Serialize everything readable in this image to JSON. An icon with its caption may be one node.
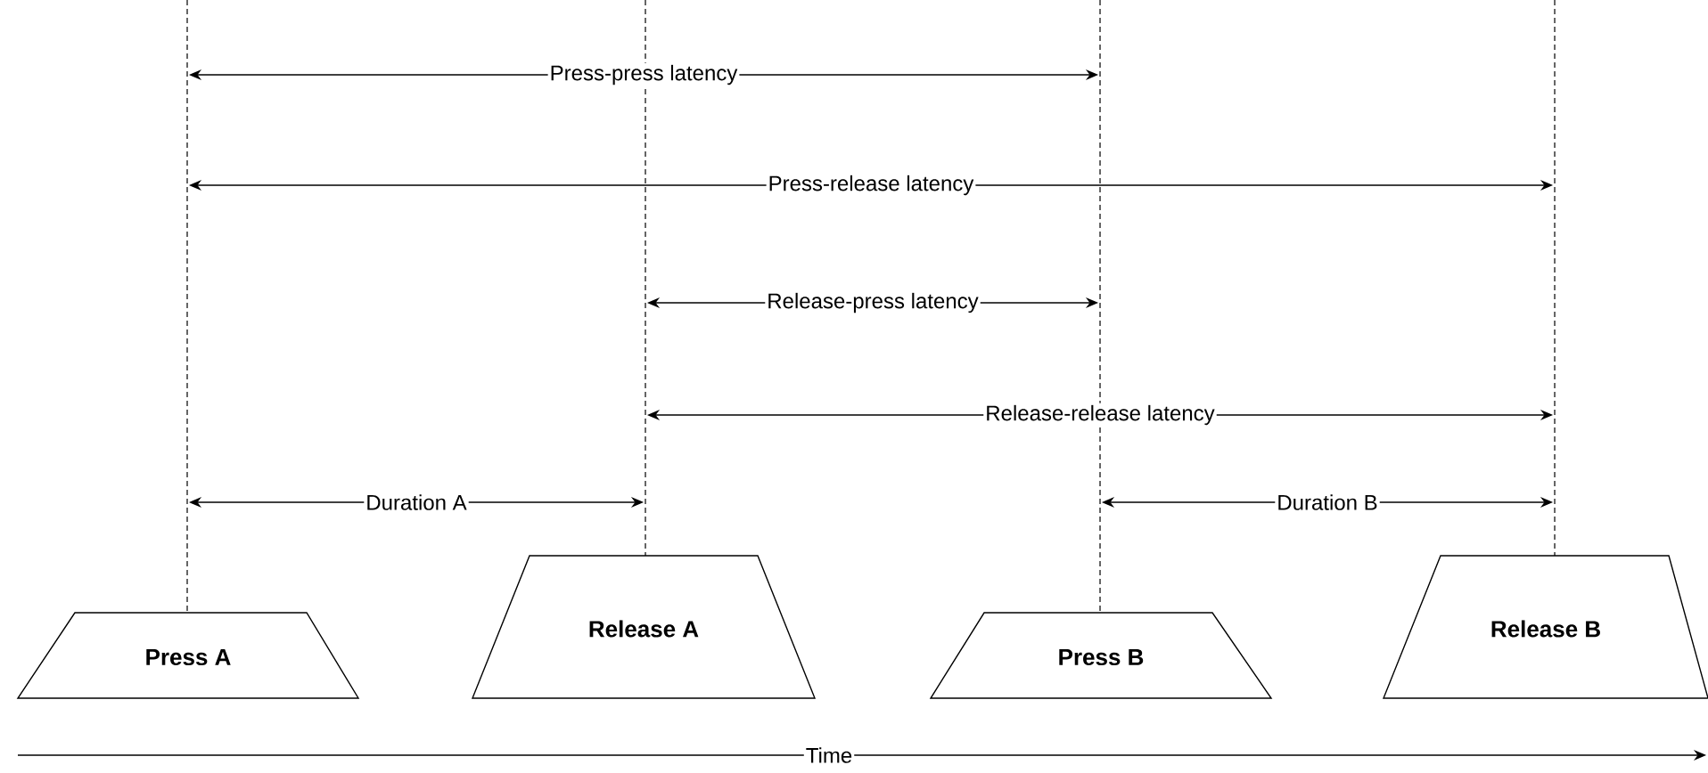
{
  "diagram": {
    "nodes": [
      {
        "text": [
          "Press A"
        ]
      },
      {
        "text": [
          "Release A"
        ]
      },
      {
        "text": [
          "Press B"
        ]
      },
      {
        "text": [
          "Release B"
        ]
      }
    ],
    "labels": [
      "Press-press latency",
      "Press-release latency",
      "Release-press latency",
      "Release-release latency",
      "Duration A",
      "Duration B",
      "Time"
    ]
  }
}
